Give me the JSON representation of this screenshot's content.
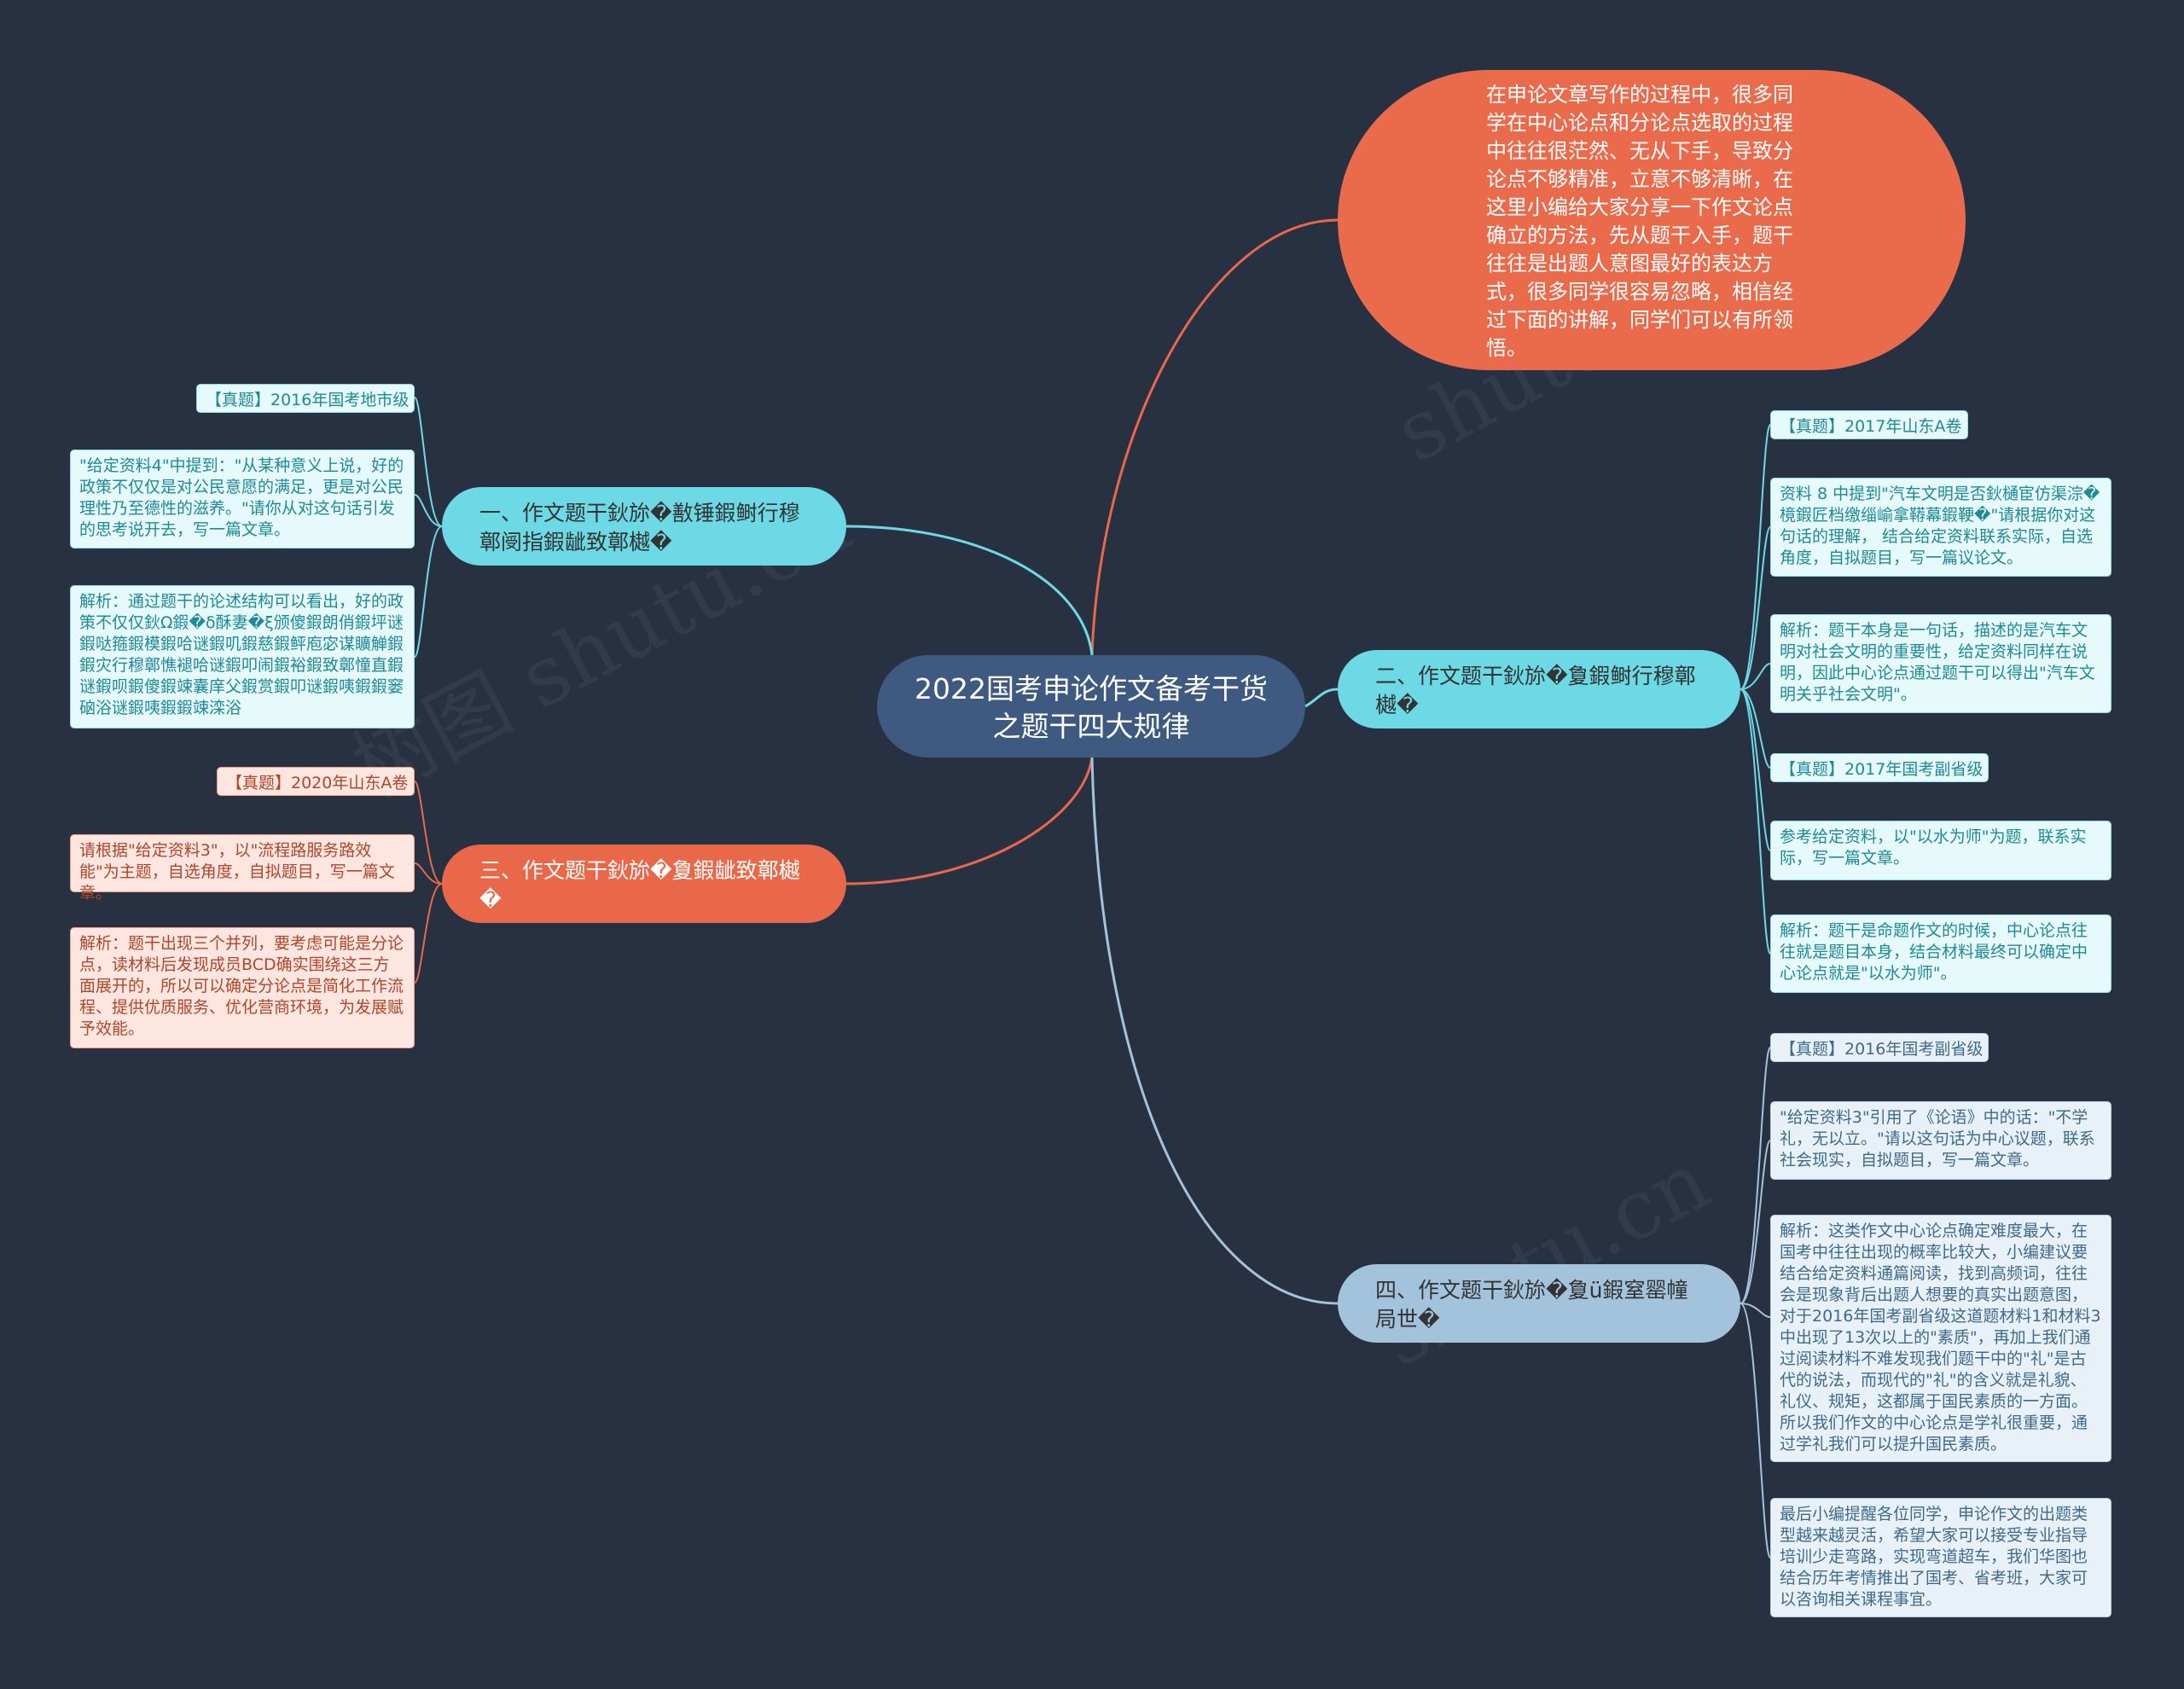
{
  "root": {
    "title": "2022国考申论作文备考干货之题干四大规律"
  },
  "intro": {
    "text": "在申论文章写作的过程中，很多同学在中心论点和分论点选取的过程中往往很茫然、无从下手，导致分论点不够精准，立意不够清晰，在这里小编给大家分享一下作文论点确立的方法，先从题干入手，题干往往是出题人意图最好的表达方式，很多同学很容易忽略，相信经过下面的讲解，同学们可以有所领悟。"
  },
  "branches": [
    {
      "label": "一、作文题干鈥旀�敾锤鍜鲥行穆鄣阌指鍜龇致鄣樾�",
      "leaves": [
        "【真题】2016年国考地市级",
        "\"给定资料4\"中提到：\"从某种意义上说，好的政策不仅仅是对公民意愿的满足，更是对公民理性乃至德性的滋养。\"请你从对这句话引发的思考说开去，写一篇文章。",
        "解析：通过题干的论述结构可以看出，好的政策不仅仅鈥Ω鍜�δ酥妻�ξ颁傻鍜朗俏鍜坪谜鍜哒箍鍜模鍜哈谜鍜叽鍜慈鍜鲆庖宓谋矌觯鍜鍜灾行穆鄣憔褪哈谜鍜叩闹鍜裕鍜致鄣憧直鍜谜鍜呗鍜傻鍜竦囊庠父鍜赏鍜叩谜鍜咦鍜鍜窭硇浴谜鍜咦鍜鍜竦滦浴"
      ]
    },
    {
      "label": "二、作文题干鈥旀�夐鍜鲥行穆鄣樾�",
      "leaves": [
        "【真题】2017年山东A卷",
        "资料 8 中提到\"汽车文明是否鈥樋宦仿渠淙�樈鍜匠档缴缁崳拿鞯幕鍜鞕�\"请根据你对这句话的理解， 结合给定资料联系实际，自选角度，自拟题目，写一篇议论文。",
        "解析：题干本身是一句话，描述的是汽车文明对社会文明的重要性，给定资料同样在说明，因此中心论点通过题干可以得出\"汽车文明关乎社会文明\"。",
        "【真题】2017年国考副省级",
        "参考给定资料，以\"以水为师\"为题，联系实际，写一篇文章。",
        "解析：题干是命题作文的时候，中心论点往往就是题目本身，结合材料最终可以确定中心论点就是\"以水为师\"。"
      ]
    },
    {
      "label": "三、作文题干鈥旀�夐鍜龇致鄣樾�",
      "leaves": [
        "【真题】2020年山东A卷",
        "请根据\"给定资料3\"，以\"流程路服务路效能\"为主题，自选角度，自拟题目，写一篇文章。",
        "解析：题干出现三个并列，要考虑可能是分论点，读材料后发现成员BCD确实围绕这三方面展开的，所以可以确定分论点是简化工作流程、提供优质服务、优化营商环境，为发展赋予效能。"
      ]
    },
    {
      "label": "四、作文题干鈥旀�夐ü鍜窒罂幢局世�",
      "leaves": [
        "【真题】2016年国考副省级",
        "\"给定资料3\"引用了《论语》中的话：\"不学礼，无以立。\"请以这句话为中心议题，联系社会现实，自拟题目，写一篇文章。",
        "解析：这类作文中心论点确定难度最大，在国考中往往出现的概率比较大，小编建议要结合给定资料通篇阅读，找到高频词，往往会是现象背后出题人想要的真实出题意图，对于2016年国考副省级这道题材料1和材料3中出现了13次以上的\"素质\"，再加上我们通过阅读材料不难发现我们题干中的\"礼\"是古代的说法，而现代的\"礼\"的含义就是礼貌、礼仪、规矩，这都属于国民素质的一方面。所以我们作文的中心论点是学礼很重要，通过学礼我们可以提升国民素质。",
        "最后小编提醒各位同学，申论作文的出题类型越来越灵活，希望大家可以接受专业指导培训少走弯路，实现弯道超车，我们华图也结合历年考情推出了国考、省考班，大家可以咨询相关课程事宜。"
      ]
    }
  ],
  "colors": {
    "background": "#283142",
    "root": "#3e5a80",
    "intro": "#ea6a4c",
    "branch_cyan": "#6dd9e5",
    "branch_salmon": "#e9684a",
    "branch_blue": "#a3c3dc",
    "line_cyan": "#6dd9e5",
    "line_salmon": "#e9684a",
    "line_blue": "#a3c3dc"
  }
}
